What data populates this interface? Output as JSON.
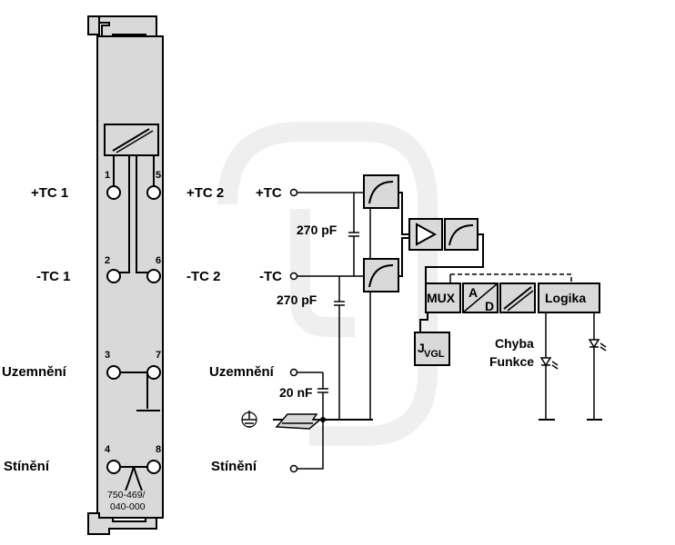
{
  "module": {
    "part_number_line1": "750-469/",
    "part_number_line2": "040-000",
    "terminal_numbers": [
      "1",
      "2",
      "3",
      "4",
      "5",
      "6",
      "7",
      "8"
    ]
  },
  "left_labels": {
    "tc1_plus": "+TC 1",
    "tc1_minus": "-TC 1",
    "ground": "Uzemnění",
    "shield": "Stínění"
  },
  "middle_labels": {
    "tc2_plus": "+TC 2",
    "tc2_minus": "-TC 2"
  },
  "circuit": {
    "tc_plus": "+TC",
    "tc_minus": "-TC",
    "ground": "Uzemnění",
    "shield": "Stínění",
    "cap1": "270 pF",
    "cap2": "270 pF",
    "cap3": "20 nF",
    "mux": "MUX",
    "ad_top": "A",
    "ad_bottom": "D",
    "logic": "Logika",
    "vgl_j": "J",
    "vgl_sub": "VGL",
    "error": "Chyba",
    "function": "Funkce"
  },
  "icons": [
    "ground-symbol-icon",
    "din-rail-icon",
    "led-icon",
    "amplifier-icon",
    "filter-icon",
    "converter-icon"
  ]
}
